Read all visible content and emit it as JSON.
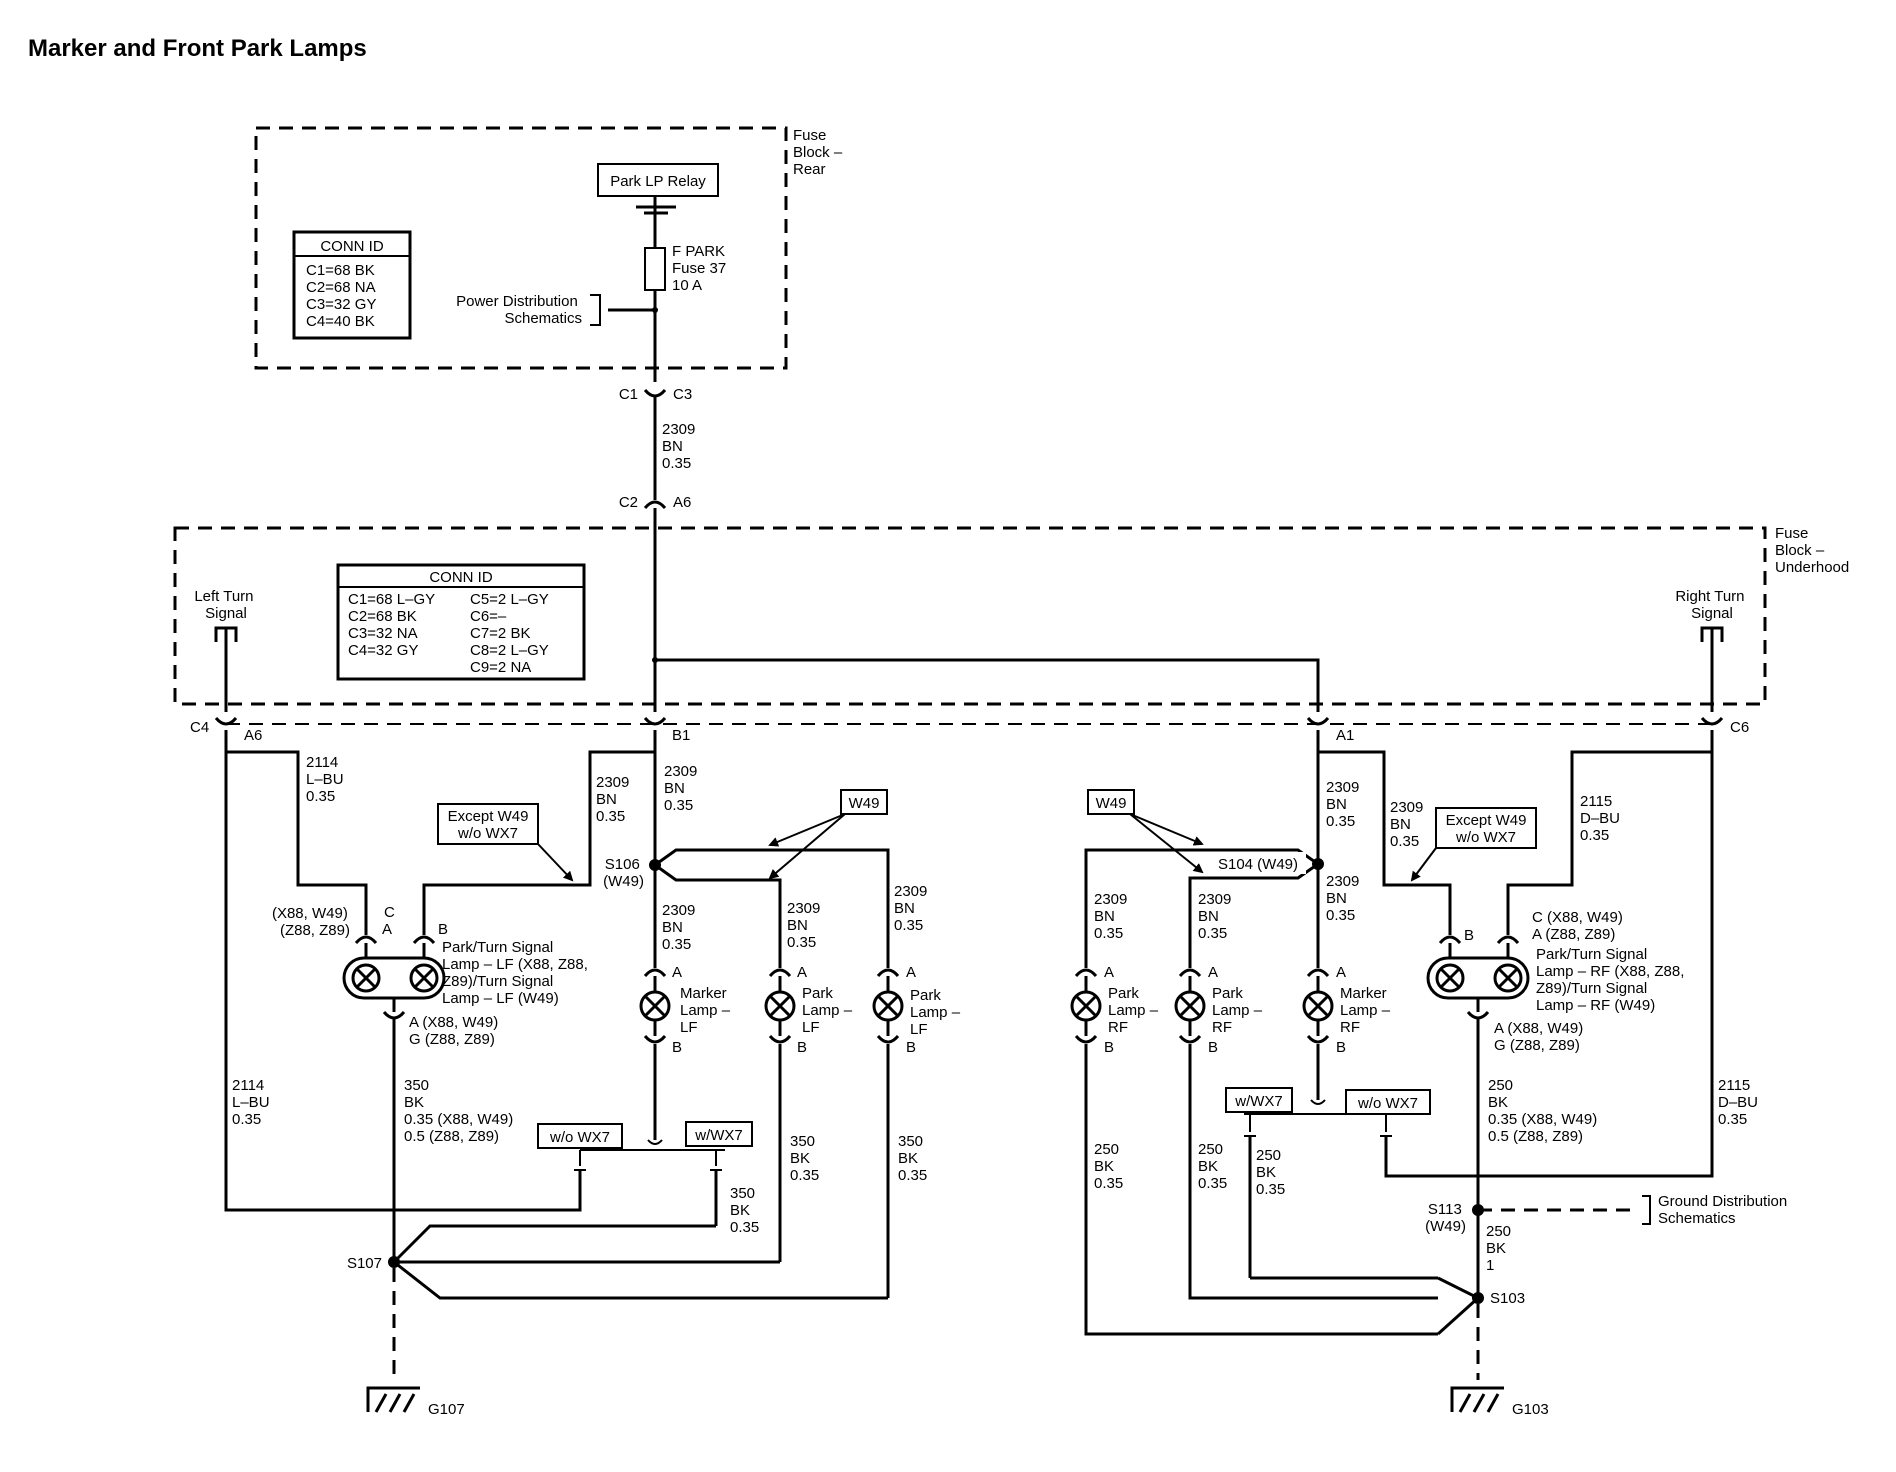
{
  "title": "Marker and Front Park Lamps",
  "fuse_block_rear": {
    "label": [
      "Fuse",
      "Block –",
      "Rear"
    ],
    "conn_id_title": "CONN ID",
    "conn_ids": [
      "C1=68 BK",
      "C2=68 NA",
      "C3=32 GY",
      "C4=40 BK"
    ],
    "relay": "Park LP Relay",
    "fuse": [
      "F PARK",
      "Fuse 37",
      "10 A"
    ],
    "power_ref": [
      "Power Distribution",
      "Schematics"
    ]
  },
  "fuse_block_underhood": {
    "label": [
      "Fuse",
      "Block –",
      "Underhood"
    ],
    "conn_id_title": "CONN ID",
    "conn_ids_left": [
      "C1=68 L–GY",
      "C2=68 BK",
      "C3=32 NA",
      "C4=32 GY"
    ],
    "conn_ids_right": [
      "C5=2 L–GY",
      "C6=–",
      "C7=2 BK",
      "C8=2 L–GY",
      "C9=2 NA"
    ],
    "left_turn": [
      "Left Turn",
      "Signal"
    ],
    "right_turn": [
      "Right Turn",
      "Signal"
    ]
  },
  "connectors": {
    "c1": "C1",
    "c3": "C3",
    "c2": "C2",
    "a6_top": "A6",
    "c4": "C4",
    "a6": "A6",
    "b1": "B1",
    "a1": "A1",
    "c6": "C6"
  },
  "wires": {
    "w2309_top": [
      "2309",
      "BN",
      "0.35"
    ],
    "w2114_top": [
      "2114",
      "L–BU",
      "0.35"
    ],
    "w2309_b1_left": [
      "2309",
      "BN",
      "0.35"
    ],
    "w2309_b1_right": [
      "2309",
      "BN",
      "0.35"
    ],
    "w2309_lmarker": [
      "2309",
      "BN",
      "0.35"
    ],
    "w2309_lpark1": [
      "2309",
      "BN",
      "0.35"
    ],
    "w2309_lpark2": [
      "2309",
      "BN",
      "0.35"
    ],
    "w2114_bottom": [
      "2114",
      "L–BU",
      "0.35"
    ],
    "w350_lf": [
      "350",
      "BK",
      "0.35 (X88, W49)",
      "0.5 (Z88, Z89)"
    ],
    "w350_park1": [
      "350",
      "BK",
      "0.35"
    ],
    "w350_park2": [
      "350",
      "BK",
      "0.35"
    ],
    "w350_marker": [
      "350",
      "BK",
      "0.35"
    ],
    "w2309_a1": [
      "2309",
      "BN",
      "0.35"
    ],
    "w2309_rf_turn": [
      "2309",
      "BN",
      "0.35"
    ],
    "w2115_top": [
      "2115",
      "D–BU",
      "0.35"
    ],
    "w2309_rpark1": [
      "2309",
      "BN",
      "0.35"
    ],
    "w2309_rpark2": [
      "2309",
      "BN",
      "0.35"
    ],
    "w2309_rmarker": [
      "2309",
      "BN",
      "0.35"
    ],
    "w250_rf": [
      "250",
      "BK",
      "0.35 (X88, W49)",
      "0.5 (Z88, Z89)"
    ],
    "w2115_bottom": [
      "2115",
      "D–BU",
      "0.35"
    ],
    "w250_rpark1": [
      "250",
      "BK",
      "0.35"
    ],
    "w250_rpark2": [
      "250",
      "BK",
      "0.35"
    ],
    "w250_rmarker": [
      "250",
      "BK",
      "0.35"
    ],
    "w250_ground": [
      "250",
      "BK",
      "1"
    ]
  },
  "options": {
    "w49_left": "W49",
    "w49_right": "W49",
    "except_left": [
      "Except W49",
      "w/o WX7"
    ],
    "except_right": [
      "Except W49",
      "w/o WX7"
    ],
    "wo_wx7_left": "w/o WX7",
    "w_wx7_left": "w/WX7",
    "w_wx7_right": "w/WX7",
    "wo_wx7_right": "w/o WX7"
  },
  "lf_lamp": {
    "pin_c": "C",
    "pin_c_opt": [
      "(X88, W49)",
      "(Z88, Z89)"
    ],
    "pin_a": "A",
    "pin_b": "B",
    "name": [
      "Park/Turn Signal",
      "Lamp – LF (X88, Z88,",
      "Z89)/Turn Signal",
      "Lamp – LF (W49)"
    ],
    "pin_bottom": [
      "A (X88, W49)",
      "G (Z88, Z89)"
    ]
  },
  "rf_lamp": {
    "pin_b": "B",
    "pin_c": "C (X88, W49)",
    "pin_a": "A (Z88, Z89)",
    "name": [
      "Park/Turn Signal",
      "Lamp – RF (X88, Z88,",
      "Z89)/Turn Signal",
      "Lamp – RF (W49)"
    ],
    "pin_bottom": [
      "A (X88, W49)",
      "G (Z88, Z89)"
    ]
  },
  "lamps": {
    "marker_lf": [
      "Marker",
      "Lamp –",
      "LF"
    ],
    "park_lf1": [
      "Park",
      "Lamp –",
      "LF"
    ],
    "park_lf2": [
      "Park",
      "Lamp –",
      "LF"
    ],
    "park_rf1": [
      "Park",
      "Lamp –",
      "RF"
    ],
    "park_rf2": [
      "Park",
      "Lamp –",
      "RF"
    ],
    "marker_rf": [
      "Marker",
      "Lamp –",
      "RF"
    ],
    "pin_a": "A",
    "pin_b": "B"
  },
  "splices": {
    "s106": [
      "S106",
      "(W49)"
    ],
    "s104": "S104 (W49)",
    "s107": "S107",
    "s113": [
      "S113",
      "(W49)"
    ],
    "s103": "S103"
  },
  "grounds": {
    "g107": "G107",
    "g103": "G103",
    "ground_ref": [
      "Ground Distribution",
      "Schematics"
    ]
  }
}
